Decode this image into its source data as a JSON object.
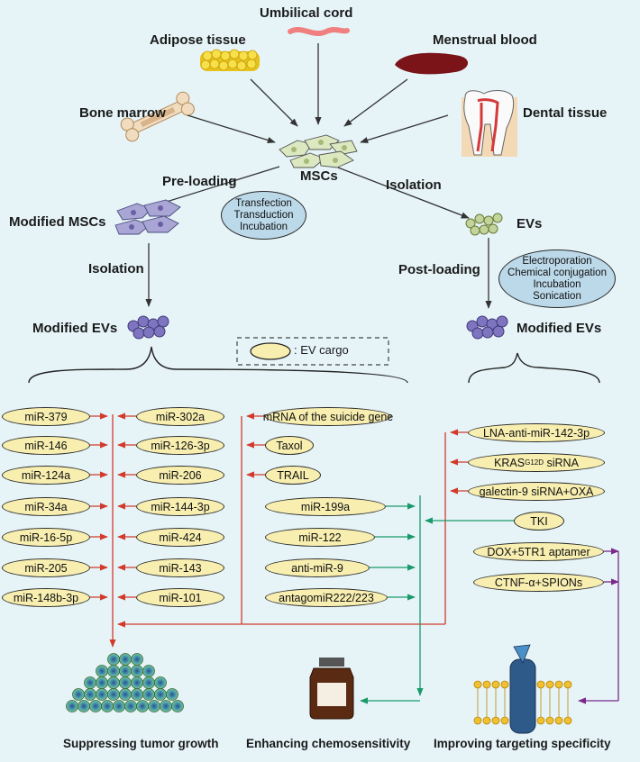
{
  "sources": {
    "umbilical_cord": "Umbilical cord",
    "adipose_tissue": "Adipose tissue",
    "menstrual_blood": "Menstrual blood",
    "bone_marrow": "Bone marrow",
    "dental_tissue": "Dental tissue"
  },
  "nodes": {
    "mscs": "MSCs",
    "pre_loading": "Pre-loading",
    "isolation_right": "Isolation",
    "modified_mscs": "Modified MSCs",
    "evs": "EVs",
    "isolation_left": "Isolation",
    "post_loading": "Post-loading",
    "modified_evs_left": "Modified EVs",
    "modified_evs_right": "Modified EVs"
  },
  "methods": {
    "pre_loading": [
      "Transfection",
      "Transduction",
      "Incubation"
    ],
    "post_loading": [
      "Electroporation",
      "Chemical conjugation",
      "Incubation",
      "Sonication"
    ]
  },
  "legend": {
    "text": ": EV cargo"
  },
  "cargo": {
    "left_col": [
      "miR-379",
      "miR-146",
      "miR-124a",
      "miR-34a",
      "miR-16-5p",
      "miR-205",
      "miR-148b-3p"
    ],
    "mid_col": [
      "miR-302a",
      "miR-126-3p",
      "miR-206",
      "miR-144-3p",
      "miR-424",
      "miR-143",
      "miR-101"
    ],
    "center_top": [
      "mRNA of the suicide gene",
      "Taxol",
      "TRAIL"
    ],
    "center_bottom": [
      "miR-199a",
      "miR-122",
      "anti-miR-9",
      "antagomiR222/223"
    ],
    "right_top": [
      "LNA-anti-miR-142-3p",
      "siRNA",
      "galectin-9 siRNA+OXA"
    ],
    "kras": {
      "base": "KRAS",
      "sup": "G12D"
    },
    "tki": "TKI",
    "right_target": [
      "DOX+5TR1 aptamer",
      "CTNF-α+SPIONs"
    ]
  },
  "outcomes": {
    "tumor": "Suppressing tumor growth",
    "chemo": "Enhancing chemosensitivity",
    "targeting": "Improving targeting specificity"
  },
  "colors": {
    "background": "#e6f4f8",
    "cargo_fill": "#f7eeb0",
    "method_fill": "#bcd9ea",
    "tumor_arrow": "#d33a2c",
    "chemo_arrow": "#1a9a6a",
    "target_arrow": "#7a2a8a"
  }
}
